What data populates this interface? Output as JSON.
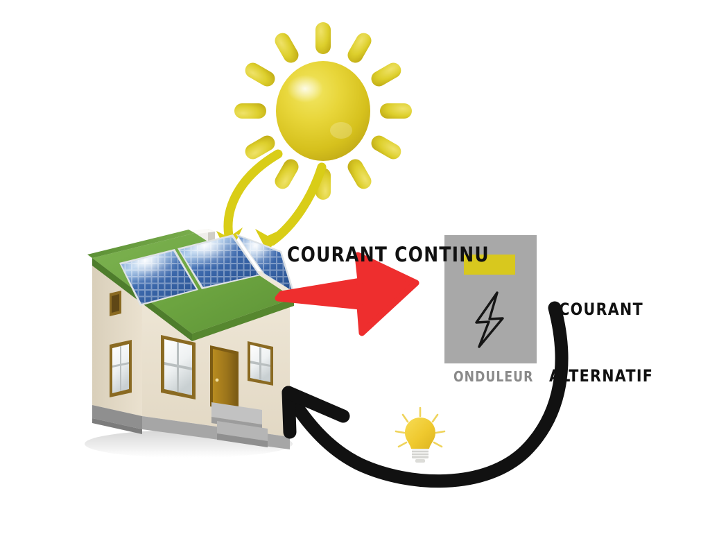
{
  "diagram": {
    "title_visible": false,
    "background_color": "#ffffff",
    "language": "fr"
  },
  "labels": {
    "direct_current": "COURANT CONTINU",
    "alternating_current_line1": "COURANT",
    "alternating_current_line2": "ALTERNATIF",
    "inverter": "ONDULEUR"
  },
  "colors": {
    "sun_yellow": "#e0cd1f",
    "sun_ray_yellow": "#ddd02a",
    "arrow_yellow": "#d9cd17",
    "arrow_red": "#ee2e2e",
    "arrow_black": "#111111",
    "roof_green": "#6faa44",
    "wall_cream": "#eee6d6",
    "panel_blue": "#2f5fa8",
    "inverter_gray": "#a8a8a8",
    "inverter_display_yellow": "#d8c81e",
    "foundation_gray": "#9a9a9a",
    "door_brown": "#a9801f",
    "label_gray": "#8a8a8a",
    "bulb_yellow": "#f2cf35"
  },
  "elements": {
    "sun": "sun-illustration",
    "house": "house-with-solar-panels",
    "solar_panel_count": 3,
    "inverter": "inverter-box",
    "light_bulb": "light-bulb-icon",
    "lightning_bolt": "lightning-bolt-icon",
    "chimney": "chimney",
    "window_count": 4,
    "door": "front-door",
    "steps": "entry-steps"
  },
  "flow": {
    "step_1": "sun-to-panels",
    "step_2": "panels-to-inverter",
    "step_3": "inverter-to-house"
  }
}
